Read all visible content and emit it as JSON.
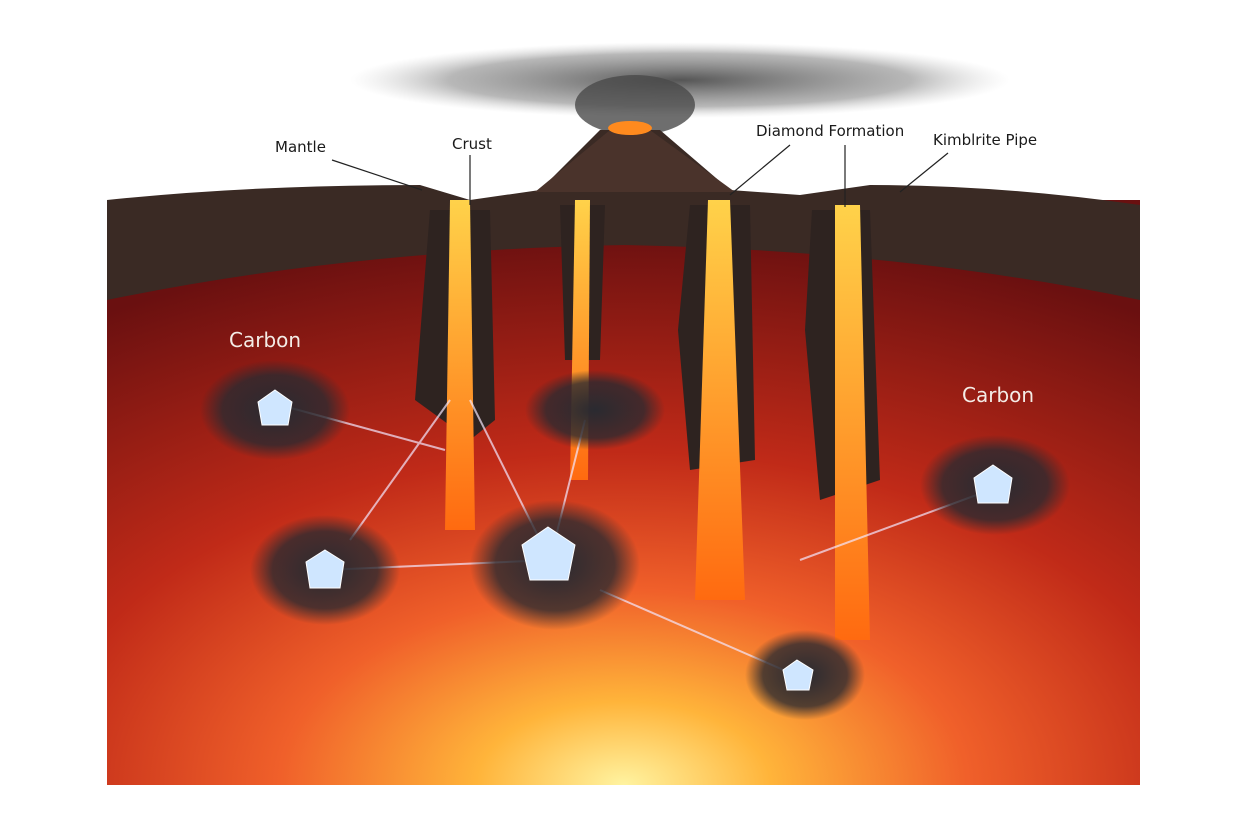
{
  "labels": {
    "mantle": "Mantle",
    "crust": "Crust",
    "diamond_formation": "Diamond Formation",
    "kimberlite_pipe": "Kimblrite Pipe",
    "carbon_left": "Carbon",
    "carbon_right": "Carbon"
  },
  "colors": {
    "crust": "#3a2a24",
    "mantle_outer": "#7a1414",
    "mantle_mid": "#c8361a",
    "core_glow": "#ffd65a",
    "lava": "#ff8a1e",
    "smoke": "#6b6b6b",
    "diamond": "#cfe6ff"
  }
}
